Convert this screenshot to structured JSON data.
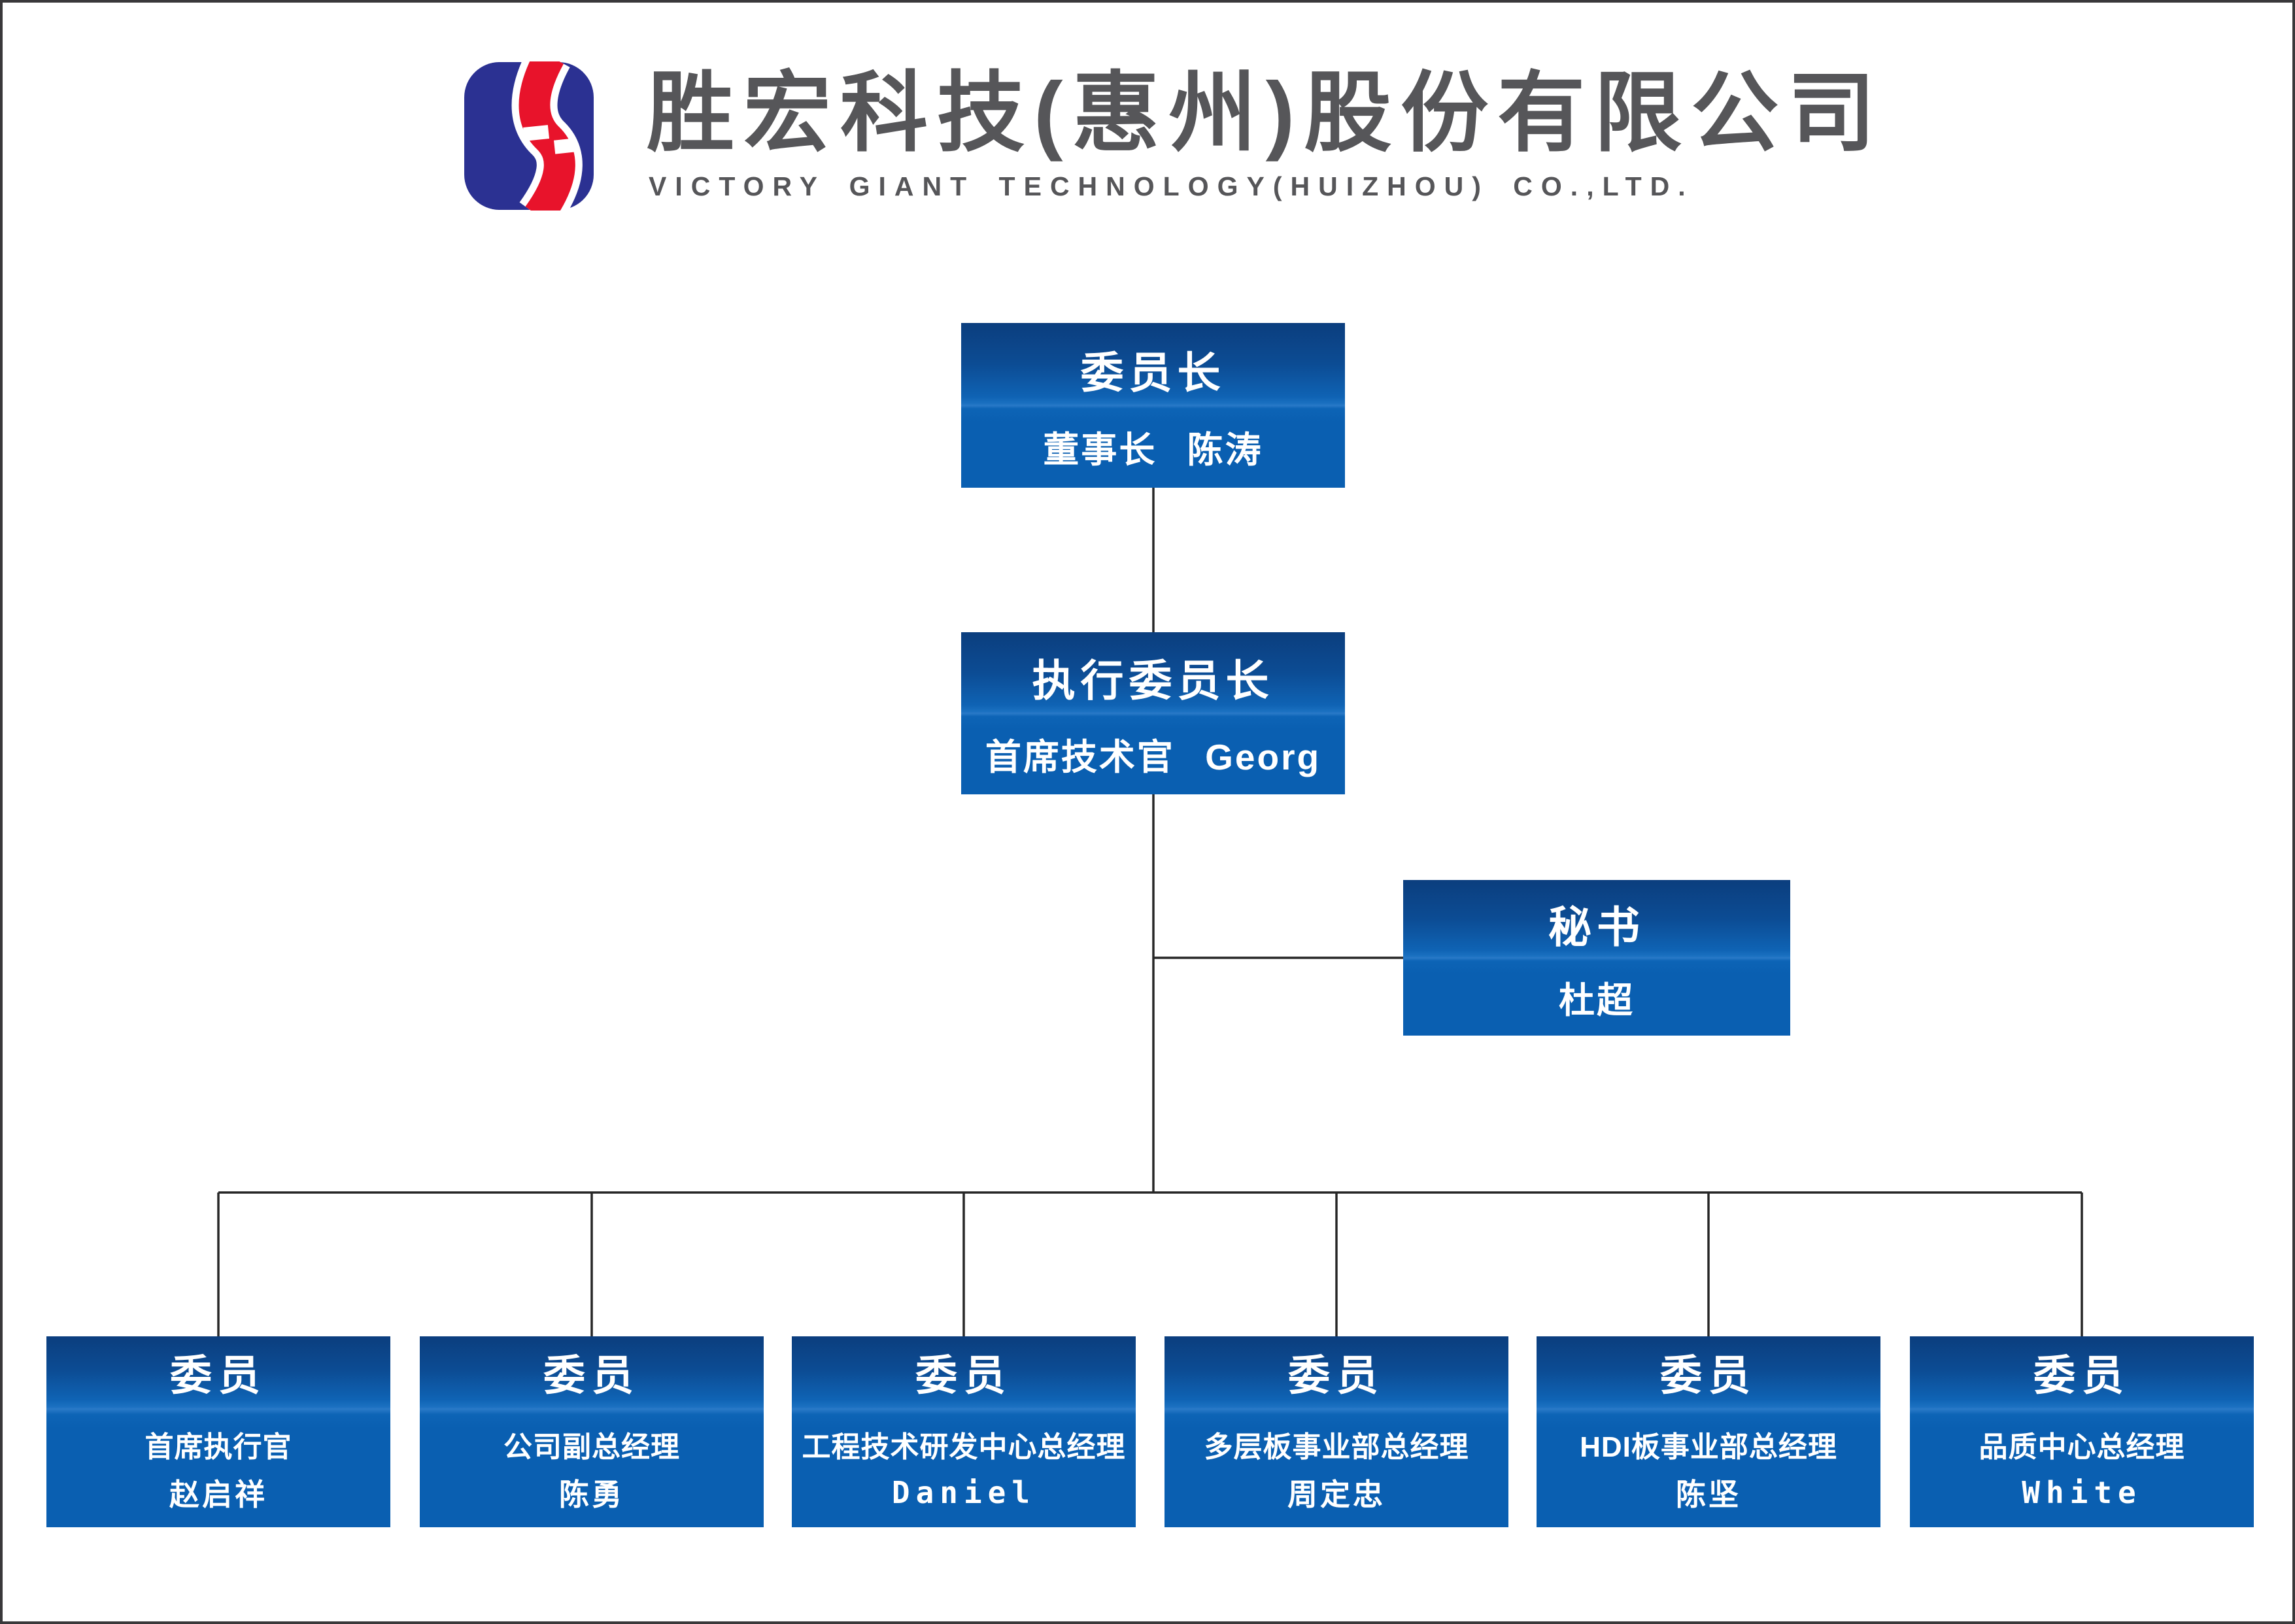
{
  "header": {
    "company_cn": "胜宏科技(惠州)股份有限公司",
    "company_en": "VICTORY GIANT TECHNOLOGY(HUIZHOU) CO.,LTD.",
    "logo_icon": "victory-giant-s-monogram"
  },
  "colors": {
    "logo_blue": "#2b3192",
    "logo_red": "#e8132b",
    "box_gradient_top": "#0b3e7e",
    "box_gradient_bottom": "#0a5fb1",
    "connector_line": "#262626",
    "title_gray": "#565659",
    "box_text": "#ffffff"
  },
  "org": {
    "chairman": {
      "title": "委员长",
      "subtitle": "董事长 陈涛"
    },
    "executive": {
      "title": "执行委员长",
      "subtitle": "首席技术官 Georg"
    },
    "secretary": {
      "title": "秘书",
      "subtitle": "杜超"
    },
    "members": [
      {
        "title": "委员",
        "role": "首席执行官",
        "name": "赵启祥"
      },
      {
        "title": "委员",
        "role": "公司副总经理",
        "name": "陈勇"
      },
      {
        "title": "委员",
        "role": "工程技术研发中心总经理",
        "name": "Daniel"
      },
      {
        "title": "委员",
        "role": "多层板事业部总经理",
        "name": "周定忠"
      },
      {
        "title": "委员",
        "role": "HDI板事业部总经理",
        "name": "陈坚"
      },
      {
        "title": "委员",
        "role": "品质中心总经理",
        "name": "White"
      }
    ]
  }
}
